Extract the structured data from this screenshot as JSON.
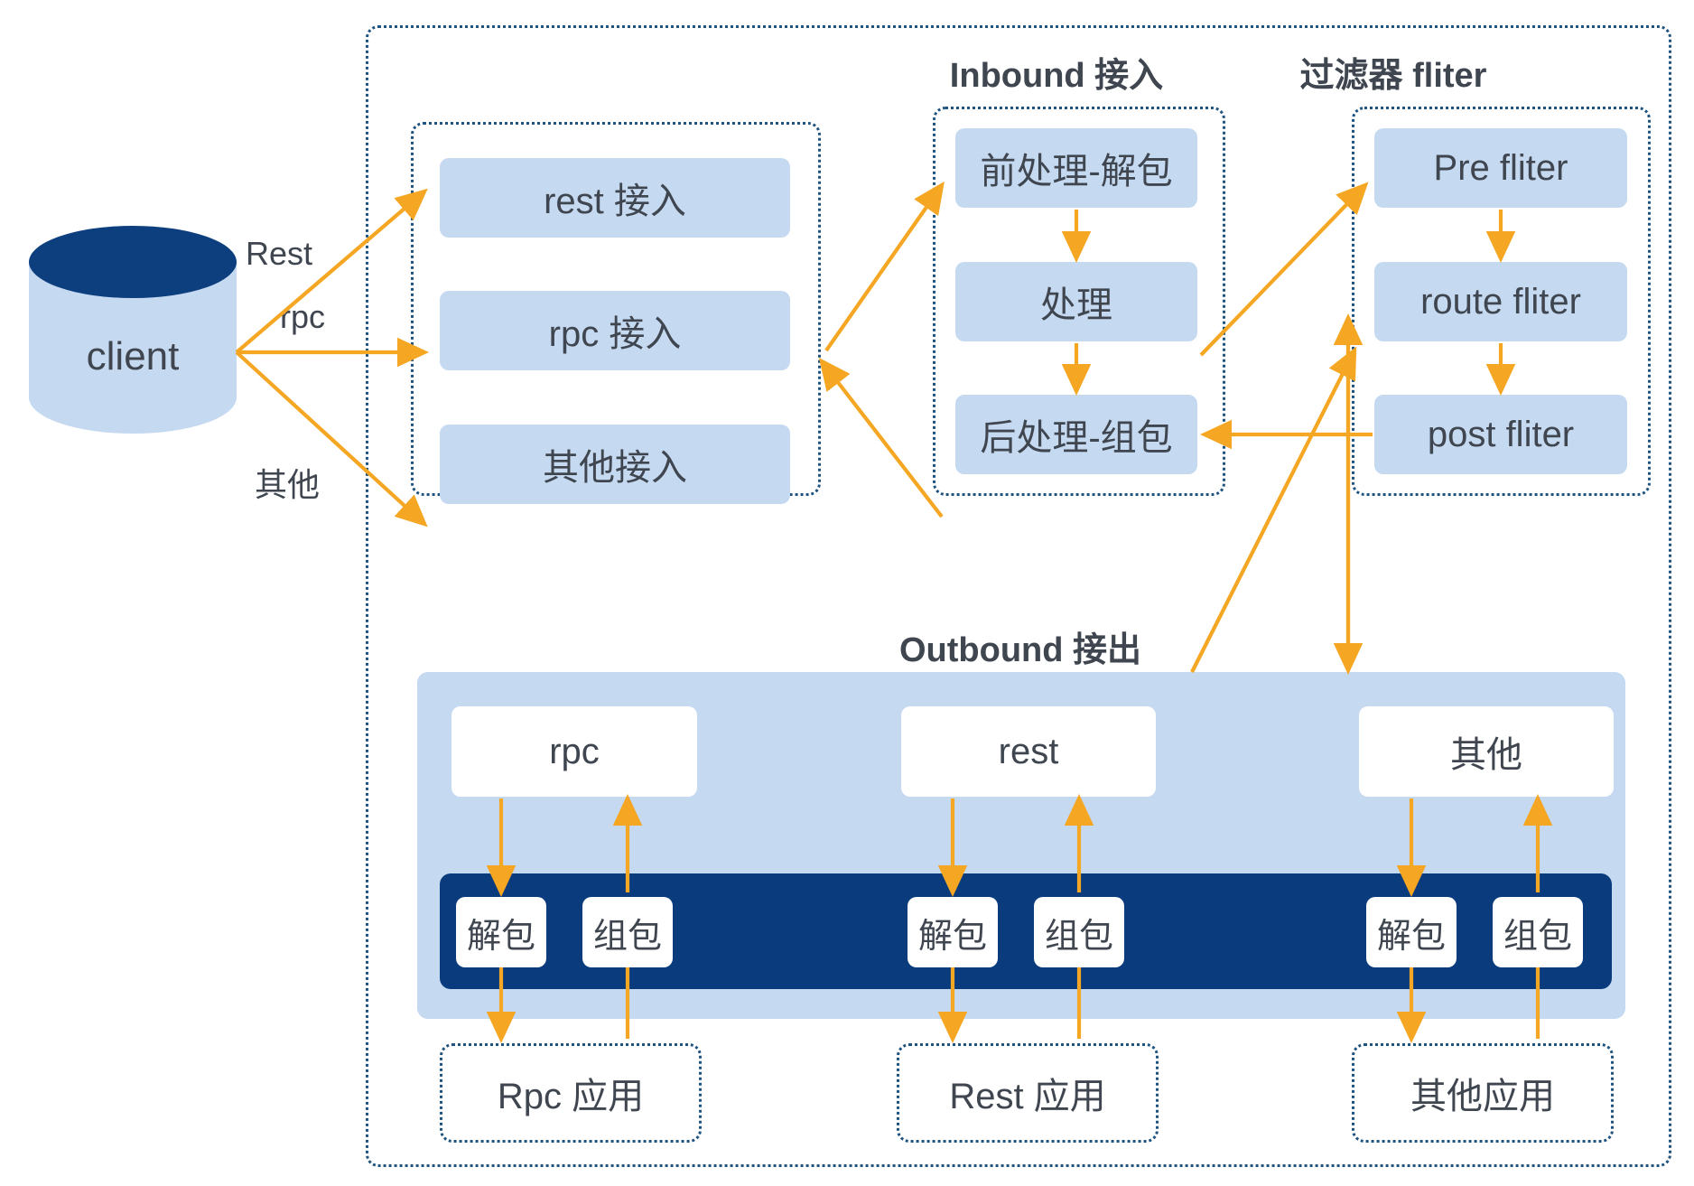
{
  "diagram": {
    "title_hidden": "",
    "colors": {
      "light_blue": "#c5d9f1",
      "dark_navy": "#0a3c7d",
      "arrow_orange": "#f5a623",
      "dotted_border": "#1f5380",
      "text": "#3f4650"
    },
    "client": {
      "label": "client"
    },
    "edge_labels": {
      "rest": "Rest",
      "rpc": "rpc",
      "other": "其他"
    },
    "groups": {
      "access": {
        "title": "",
        "items": [
          {
            "label": "rest 接入"
          },
          {
            "label": "rpc 接入"
          },
          {
            "label": "其他接入"
          }
        ]
      },
      "inbound": {
        "title": "Inbound 接入",
        "items": [
          {
            "label": "前处理-解包"
          },
          {
            "label": "处理"
          },
          {
            "label": "后处理-组包"
          }
        ]
      },
      "filter": {
        "title": "过滤器 fliter",
        "items": [
          {
            "label": "Pre fliter"
          },
          {
            "label": "route fliter"
          },
          {
            "label": "post fliter"
          }
        ]
      },
      "outbound": {
        "title": "Outbound 接出",
        "protocols": [
          {
            "label": "rpc"
          },
          {
            "label": "rest"
          },
          {
            "label": "其他"
          }
        ],
        "codecs": [
          {
            "decode": "解包",
            "encode": "组包"
          },
          {
            "decode": "解包",
            "encode": "组包"
          },
          {
            "decode": "解包",
            "encode": "组包"
          }
        ]
      },
      "applications": [
        {
          "label": "Rpc 应用"
        },
        {
          "label": "Rest 应用"
        },
        {
          "label": "其他应用"
        }
      ]
    }
  }
}
